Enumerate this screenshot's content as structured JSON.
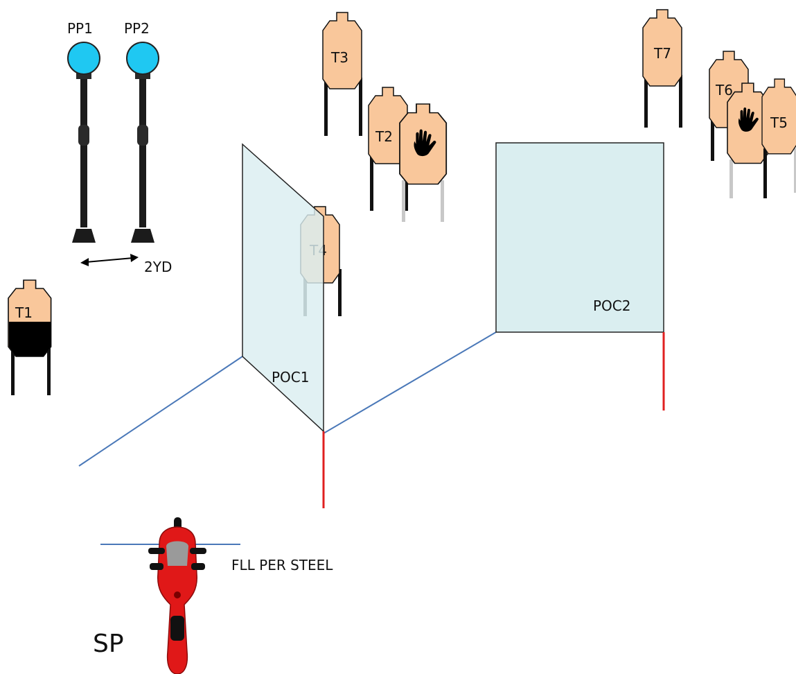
{
  "labels": {
    "pp1": "PP1",
    "pp2": "PP2",
    "two_yd": "2YD",
    "t1": "T1",
    "t2": "T2",
    "t3": "T3",
    "t4": "T4",
    "t5": "T5",
    "t6": "T6",
    "t7": "T7",
    "poc1": "POC1",
    "poc2": "POC2",
    "fll": "FLL PER STEEL",
    "sp": "SP"
  },
  "colors": {
    "target_fill": "#f9c79b",
    "target_stroke": "#111111",
    "no_shoot_hand": "#000000",
    "popper_fill": "#1fc8f2",
    "popper_pole": "#1b1b1b",
    "poc_fill": "#daeef0",
    "fault_line": "#4a78b8",
    "red_line": "#e02020",
    "motorcycle": "#e01818"
  },
  "icons": {
    "no_shoot": "hand-icon",
    "popper": "steel-popper-icon",
    "vehicle": "motorcycle-icon"
  }
}
